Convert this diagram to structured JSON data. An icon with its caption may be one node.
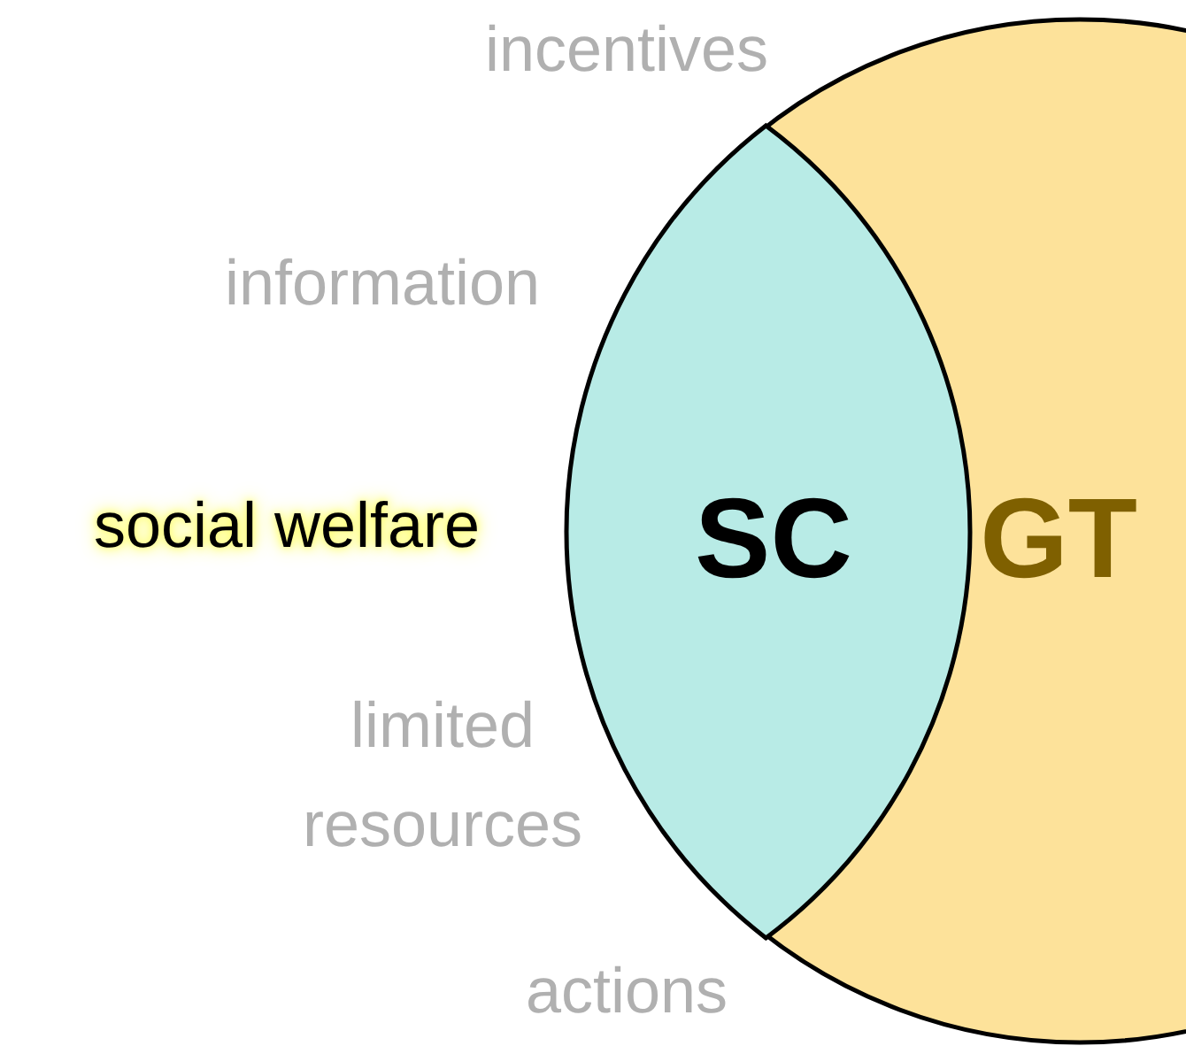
{
  "diagram": {
    "nodes": [
      {
        "text": [
          "GT"
        ]
      },
      {
        "text": [
          "SC"
        ],
        "in": 0
      }
    ],
    "labels": [
      "incentives",
      "information",
      "social welfare",
      "limited resources",
      "actions"
    ]
  }
}
